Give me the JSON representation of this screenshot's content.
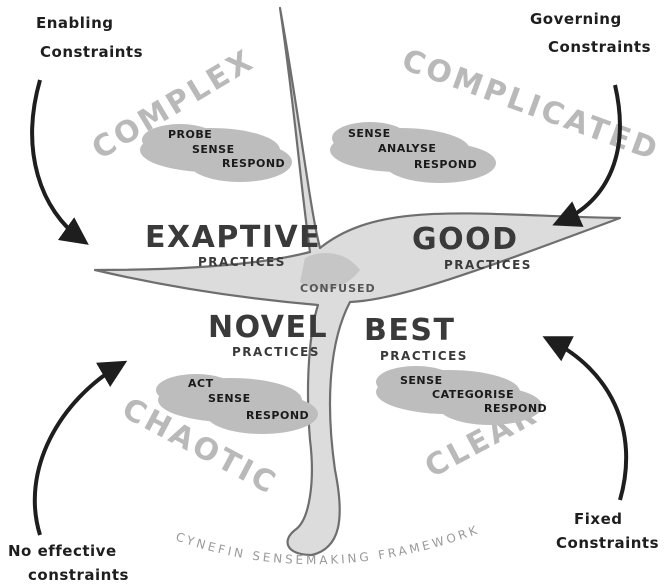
{
  "corners": {
    "top_left": [
      "Enabling",
      "Constraints"
    ],
    "top_right": [
      "Governing",
      "Constraints"
    ],
    "bottom_left": [
      "No effective",
      "constraints"
    ],
    "bottom_right": [
      "Fixed",
      "Constraints"
    ]
  },
  "domains": {
    "complex": "COMPLEX",
    "complicated": "COMPLICATED",
    "chaotic": "CHAOTIC",
    "clear": "CLEAR"
  },
  "center": "CONFUSED",
  "practices": {
    "exaptive": {
      "title": "EXAPTIVE",
      "subtitle": "PRACTICES"
    },
    "good": {
      "title": "GOOD",
      "subtitle": "PRACTICES"
    },
    "novel": {
      "title": "NOVEL",
      "subtitle": "PRACTICES"
    },
    "best": {
      "title": "BEST",
      "subtitle": "PRACTICES"
    }
  },
  "sequences": {
    "complex": [
      "PROBE",
      "SENSE",
      "RESPOND"
    ],
    "complicated": [
      "SENSE",
      "ANALYSE",
      "RESPOND"
    ],
    "chaotic": [
      "ACT",
      "SENSE",
      "RESPOND"
    ],
    "clear": [
      "SENSE",
      "CATEGORISE",
      "RESPOND"
    ]
  },
  "footer": "CYNEFIN SENSEMAKING FRAMEWORK",
  "colors": {
    "cloud": "#bdbdbd",
    "boundary_fill": "#d4d4d4",
    "boundary_stroke": "#6e6e6e",
    "domain_label": "#b9b9b9",
    "ink": "#1e1e1e"
  },
  "icons": [
    "curved-arrow-icon"
  ]
}
